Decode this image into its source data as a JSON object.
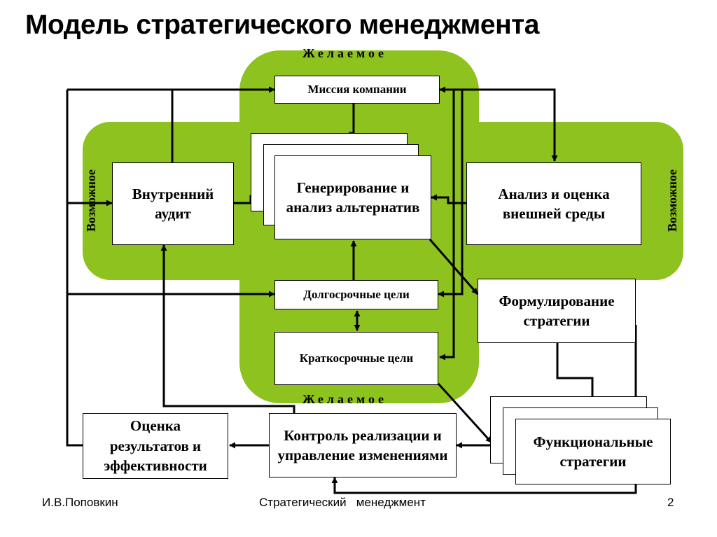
{
  "title": "Модель стратегического менеджмента",
  "labels": {
    "desired_top": "Желаемое",
    "desired_bottom": "Желаемое",
    "possible_left": "Возможное",
    "possible_right": "Возможное"
  },
  "boxes": {
    "mission": "Миссия компании",
    "internal_audit": "Внутренний аудит",
    "alternatives": "Генерирование и анализ альтернатив",
    "external_analysis": "Анализ и оценка внешней среды",
    "long_term_goals": "Долгосрочные цели",
    "short_term_goals": "Краткосрочные цели",
    "strategy_formulation": "Формулирование стратегии",
    "functional_strategies": "Функциональные стратегии",
    "implementation_control": "Контроль реализации и управление изменениями",
    "performance_evaluation": "Оценка результатов и эффективности"
  },
  "footer": {
    "author": "И.В.Поповкин",
    "course": "Стратегический   менеджмент",
    "page": "2"
  },
  "colors": {
    "green_area": "#8dc21f",
    "line": "#000000",
    "box_fill": "#ffffff"
  }
}
